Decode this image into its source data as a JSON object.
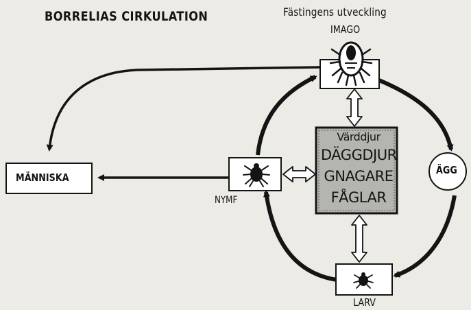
{
  "title": "BORRELIAS CIRKULATION",
  "subtitle": "Fästingens utveckling",
  "stages": {
    "imago": "IMAGO",
    "nymf": "NYMF",
    "larv": "LARV",
    "agg": "ÄGG"
  },
  "human": "MÄNNISKA",
  "host": {
    "heading": "Värddjur",
    "items": [
      "DÄGGDJUR",
      "GNAGARE",
      "FÅGLAR"
    ]
  },
  "colors": {
    "background": "#ecebe6",
    "ink": "#141414",
    "host_fill": "#b5b5b0"
  },
  "icons": [
    "tick-adult-icon",
    "tick-nymph-icon",
    "tick-larva-icon"
  ]
}
